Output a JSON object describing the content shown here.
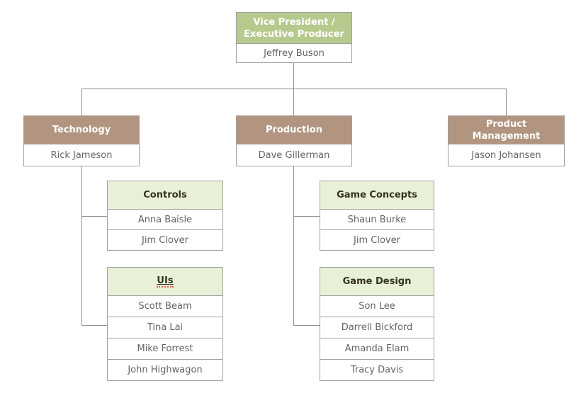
{
  "colors": {
    "root_header_bg": "#b7ca8e",
    "dept_header_bg": "#b19580",
    "team_header_bg": "#e8f1d7",
    "header_text": "#ffffff",
    "team_header_text": "#33331f",
    "name_text": "#646464",
    "border": "#a1a1a1",
    "connector": "#8e8e8e",
    "spellcheck_underline": "#e25845"
  },
  "org": {
    "root": {
      "title": "Vice President / Executive Producer",
      "name": "Jeffrey Buson"
    },
    "departments": [
      {
        "title": "Technology",
        "name": "Rick Jameson"
      },
      {
        "title": "Production",
        "name": "Dave Gillerman"
      },
      {
        "title": "Product Management",
        "name": "Jason Johansen"
      }
    ],
    "teams": [
      {
        "title": "Controls",
        "parent": "Technology",
        "members": [
          "Anna Baisle",
          "Jim Clover"
        ]
      },
      {
        "title": "UIs",
        "parent": "Technology",
        "members": [
          "Scott Beam",
          "Tina Lai",
          "Mike Forrest",
          "John Highwagon"
        ]
      },
      {
        "title": "Game Concepts",
        "parent": "Production",
        "members": [
          "Shaun Burke",
          "Jim Clover"
        ]
      },
      {
        "title": "Game Design",
        "parent": "Production",
        "members": [
          "Son Lee",
          "Darrell Bickford",
          "Amanda Elam",
          "Tracy Davis"
        ]
      }
    ]
  }
}
